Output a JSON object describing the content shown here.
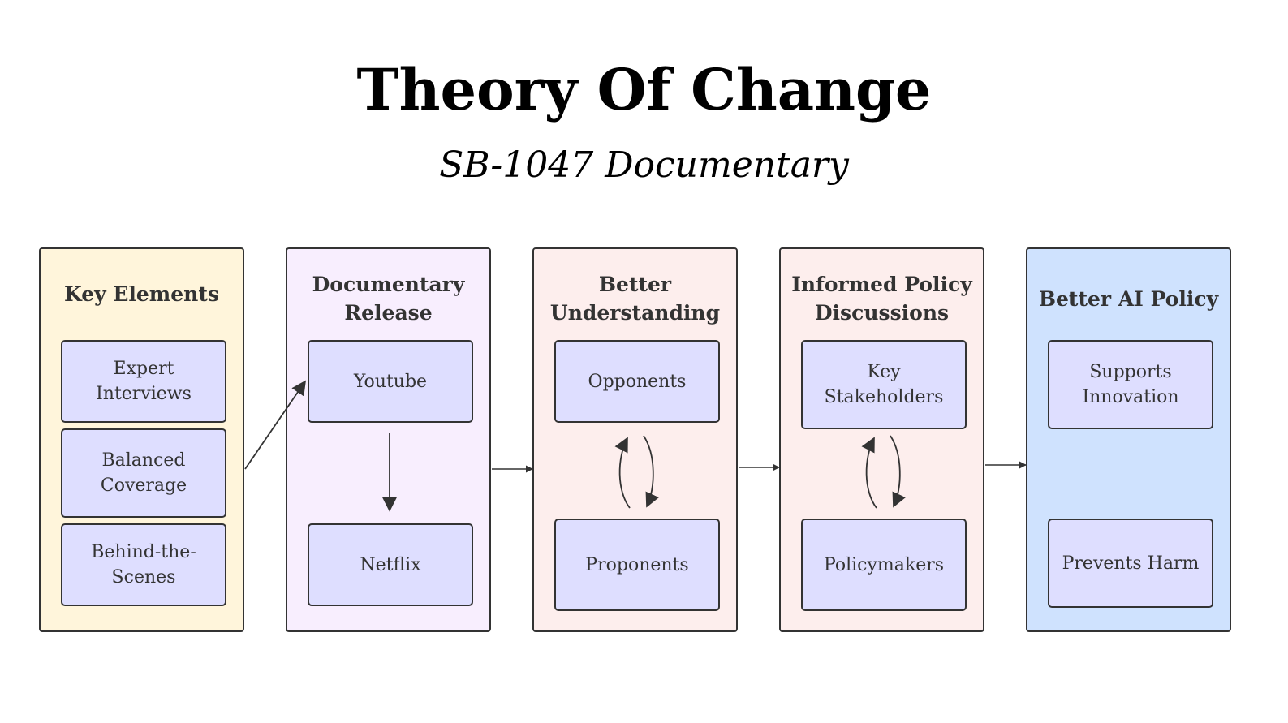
{
  "title": "Theory Of Change",
  "subtitle": "SB-1047 Documentary",
  "colors": {
    "key_elements_bg": "#fff5db",
    "documentary_release_bg": "#f8eefe",
    "better_understanding_bg": "#fdeeed",
    "informed_policy_bg": "#fdeeed",
    "better_ai_policy_bg": "#cfe2fe",
    "node_bg": "#dedeff",
    "stroke": "#333333"
  },
  "groups": {
    "key_elements": {
      "title": "Key Elements",
      "nodes": [
        "Expert Interviews",
        "Balanced Coverage",
        "Behind-the-Scenes"
      ]
    },
    "documentary_release": {
      "title": "Documentary Release",
      "nodes": [
        "Youtube",
        "Netflix"
      ]
    },
    "better_understanding": {
      "title": "Better Understanding",
      "nodes": [
        "Opponents",
        "Proponents"
      ]
    },
    "informed_policy": {
      "title": "Informed Policy Discussions",
      "nodes": [
        "Key Stakeholders",
        "Policymakers"
      ]
    },
    "better_ai_policy": {
      "title": "Better AI Policy",
      "nodes": [
        "Supports Innovation",
        "Prevents Harm"
      ]
    }
  }
}
